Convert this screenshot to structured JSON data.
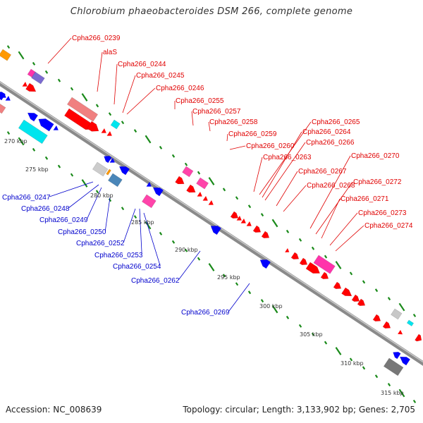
{
  "title": "Chlorobium phaeobacteroides DSM 266, complete genome",
  "footer": {
    "accession": "Accession: NC_008639",
    "topology": "Topology: circular; Length: 3,133,902 bp; Genes: 2,705"
  },
  "colors": {
    "forward_label": "#e00000",
    "reverse_label": "#0000cc",
    "backbone": "#888888",
    "tick": "#1a8a1a",
    "cds_forward": "#ff0000",
    "cds_reverse": "#0000ff",
    "rrna": "#ff66cc",
    "trna": "#00e5ee",
    "other": "#999999"
  },
  "scale_labels": [
    "270 kbp",
    "275 kbp",
    "280 kbp",
    "285 kbp",
    "290 kbp",
    "295 kbp",
    "300 kbp",
    "305 kbp",
    "310 kbp",
    "315 kbp"
  ],
  "forward_labels": [
    "Cpha266_0239",
    "alaS",
    "Cpha266_0244",
    "Cpha266_0245",
    "Cpha266_0246",
    "Cpha266_0255",
    "Cpha266_0257",
    "Cpha266_0258",
    "Cpha266_0259",
    "Cpha266_0260",
    "Cpha266_0263",
    "Cpha266_0265",
    "Cpha266_0264",
    "Cpha266_0266",
    "Cpha266_0267",
    "Cpha266_0268",
    "Cpha266_0270",
    "Cpha266_0272",
    "Cpha266_0271",
    "Cpha266_0273",
    "Cpha266_0274"
  ],
  "reverse_labels": [
    "Cpha266_0247",
    "Cpha266_0248",
    "Cpha266_0249",
    "Cpha266_0250",
    "Cpha266_0252",
    "Cpha266_0253",
    "Cpha266_0254",
    "Cpha266_0262",
    "Cpha266_0269"
  ]
}
